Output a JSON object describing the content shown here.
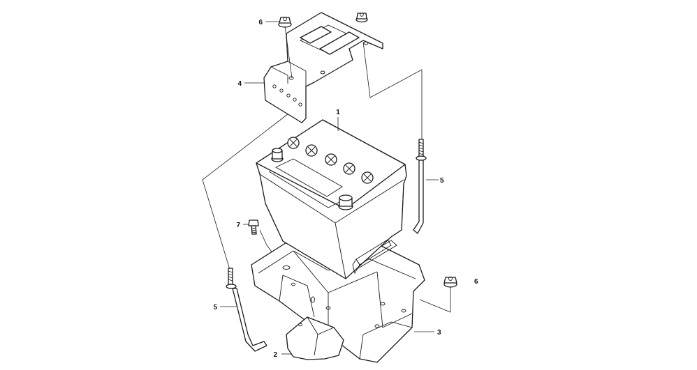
{
  "callouts": {
    "battery": "1",
    "lower_bracket": "2",
    "battery_tray": "3",
    "hold_down_clamp": "4",
    "rod_right": "5",
    "rod_left": "5",
    "nut_top": "6",
    "nut_right": "6",
    "bolt": "7"
  }
}
